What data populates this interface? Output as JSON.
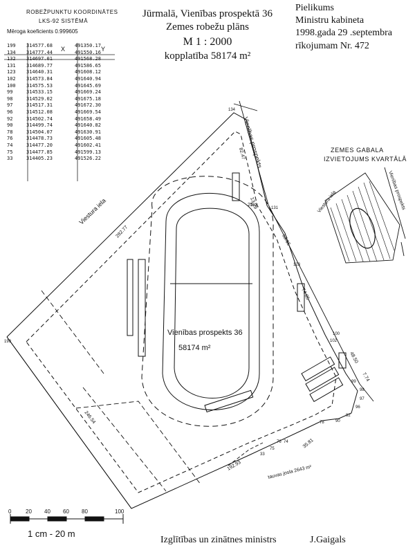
{
  "coordinates": {
    "title_line1": "ROBEŽPUNKTU KOORDINĀTES",
    "title_line2": "LKS-92 SISTĒMĀ",
    "title_line3": "Mēroga koeficients 0.999605",
    "col_x": "X",
    "col_y": "Y",
    "rows": [
      [
        "199",
        "314577.68",
        "491350.17"
      ],
      [
        "134",
        "314777.44",
        "491550.16"
      ],
      [
        "132",
        "314697.01",
        "491568.28"
      ],
      [
        "131",
        "314689.77",
        "491586.65"
      ],
      [
        "123",
        "314640.31",
        "491608.12"
      ],
      [
        "102",
        "314573.84",
        "491640.94"
      ],
      [
        "100",
        "314575.53",
        "491645.69"
      ],
      [
        "99",
        "314533.15",
        "491669.24"
      ],
      [
        "98",
        "314529.02",
        "491675.18"
      ],
      [
        "97",
        "314517.31",
        "491672.30"
      ],
      [
        "96",
        "314512.08",
        "491669.54"
      ],
      [
        "92",
        "314502.74",
        "491658.49"
      ],
      [
        "90",
        "314499.74",
        "491640.82"
      ],
      [
        "78",
        "314504.07",
        "491630.91"
      ],
      [
        "76",
        "314478.73",
        "491605.48"
      ],
      [
        "74",
        "314477.20",
        "491602.41"
      ],
      [
        "75",
        "314477.85",
        "491599.13"
      ],
      [
        "33",
        "314405.23",
        "491526.22"
      ]
    ]
  },
  "title": {
    "line1": "Jūrmalā, Vienības prospektā 36",
    "line2": "Zemes robežu plāns",
    "line3": "M 1 : 2000",
    "line4": "kopplatība 58174 m²"
  },
  "appendix": {
    "line1": "Pielikums",
    "line2": "Ministru kabineta",
    "line3": "1998.gada 29 .septembra",
    "line4": "rīkojumam Nr.  472"
  },
  "map": {
    "street_vienibas": "Vienības prospekts",
    "street_viestura": "Viestura iela",
    "parcel_label": "Vienības prospekts 36",
    "parcel_area": "58174 m²",
    "easement_label": "tauvas josla 2643 m²",
    "dims": [
      "282.77",
      "82.47",
      "53.15",
      "74.85",
      "48.50",
      "246.54",
      "192.93",
      "35.81",
      "7.74",
      "25",
      "13.29"
    ],
    "points": [
      "199",
      "134",
      "132",
      "131",
      "123",
      "102",
      "100",
      "99",
      "98",
      "97",
      "96",
      "92",
      "90",
      "78",
      "76",
      "74",
      "75",
      "33"
    ]
  },
  "inset": {
    "title1": "ZEMES GABALA",
    "title2": "IZVIETOJUMS KVARTĀLĀ",
    "street_viestura": "Viestura iela",
    "street_vienibas": "Vienības prospekts"
  },
  "scale_bar": {
    "ticks": [
      "0",
      "20",
      "40",
      "60",
      "80",
      "100"
    ],
    "unit": "1 cm - 20 m"
  },
  "signature": {
    "role": "Izglītības un zinātnes ministrs",
    "name": "J.Gaigals"
  }
}
